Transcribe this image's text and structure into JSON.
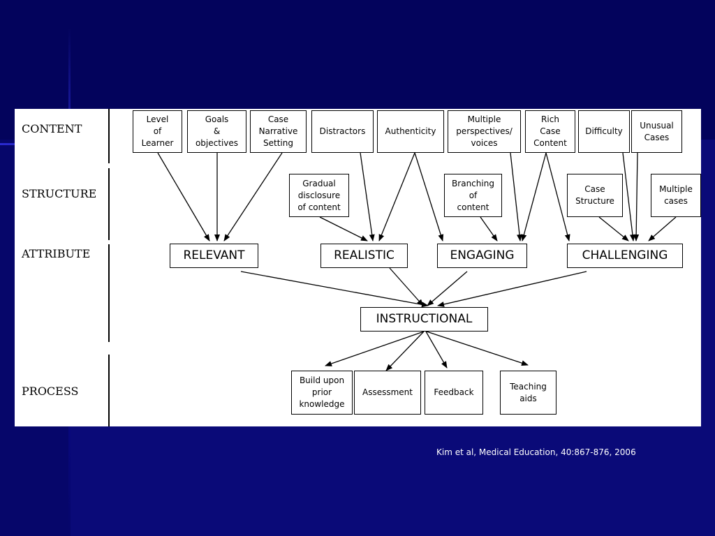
{
  "row_labels": {
    "content": "CONTENT",
    "structure": "STRUCTURE",
    "attribute": "ATTRIBUTE",
    "process": "PROCESS"
  },
  "content_items": {
    "level_of_learner": "Level\nof\nLearner",
    "goals_objectives": "Goals\n&\nobjectives",
    "case_narrative_setting": "Case\nNarrative\nSetting",
    "distractors": "Distractors",
    "authenticity": "Authenticity",
    "multiple_perspectives": "Multiple\nperspectives/\nvoices",
    "rich_case_content": "Rich\nCase\nContent",
    "difficulty": "Difficulty",
    "unusual_cases": "Unusual\nCases"
  },
  "structure_items": {
    "gradual_disclosure": "Gradual\ndisclosure\nof content",
    "branching_of_content": "Branching\nof\ncontent",
    "case_structure": "Case\nStructure",
    "multiple_cases": "Multiple\ncases"
  },
  "attributes": {
    "relevant": "RELEVANT",
    "realistic": "REALISTIC",
    "engaging": "ENGAGING",
    "challenging": "CHALLENGING"
  },
  "center": {
    "instructional": "INSTRUCTIONAL"
  },
  "process_items": {
    "build_upon_prior_knowledge": "Build upon\nprior\nknowledge",
    "assessment": "Assessment",
    "feedback": "Feedback",
    "teaching_aids": "Teaching\naids"
  },
  "citation": "Kim et al, Medical Education, 40:867-876, 2006"
}
